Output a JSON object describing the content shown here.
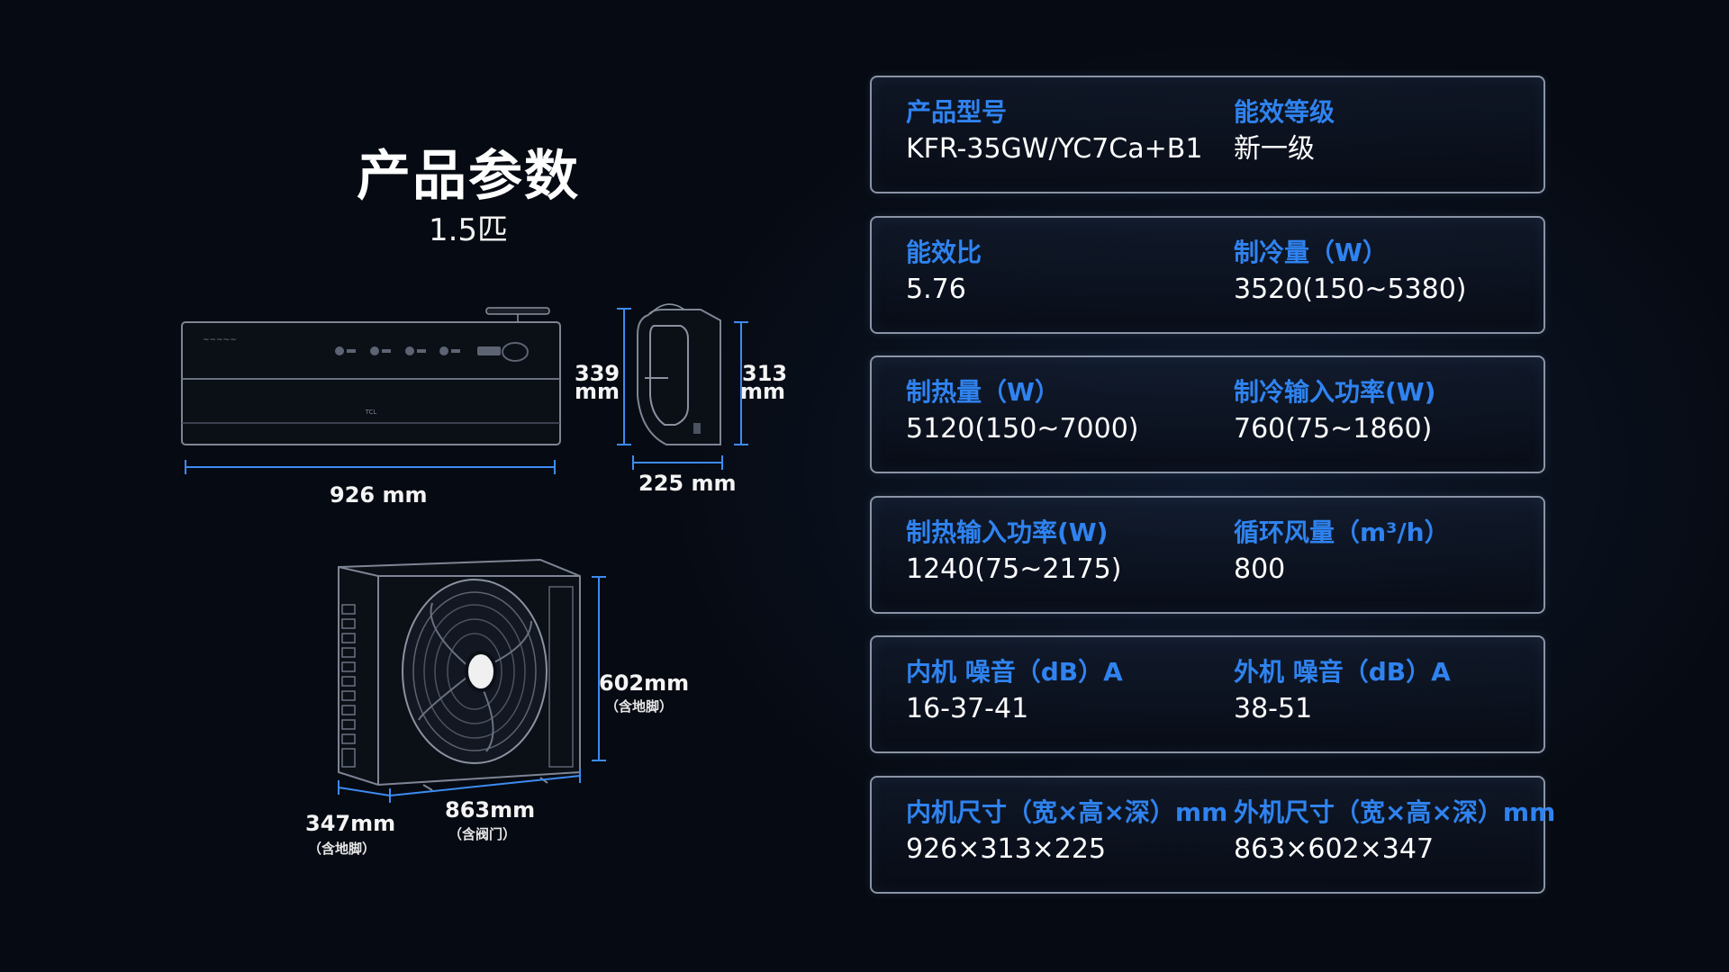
{
  "header": {
    "title": "产品参数",
    "subtitle": "1.5匹"
  },
  "indoor_unit": {
    "width": "926 mm",
    "height_front_value": "339",
    "height_front_unit": "mm",
    "height_side_value": "313",
    "height_side_unit": "mm",
    "depth": "225 mm",
    "brand_mark": "TCL"
  },
  "outdoor_unit": {
    "height": "602mm",
    "height_note": "（含地脚）",
    "width": "863mm",
    "width_note": "（含阀门）",
    "depth": "347mm",
    "depth_note": "（含地脚）"
  },
  "specs": [
    {
      "left": {
        "label": "产品型号",
        "value": "KFR-35GW/YC7Ca+B1"
      },
      "right": {
        "label": "能效等级",
        "value": "新一级"
      }
    },
    {
      "left": {
        "label": "能效比",
        "value": "5.76"
      },
      "right": {
        "label": "制冷量（W）",
        "value": "3520(150~5380)"
      }
    },
    {
      "left": {
        "label": "制热量（W）",
        "value": "5120(150~7000)"
      },
      "right": {
        "label": "制冷输入功率(W)",
        "value": "760(75~1860)"
      }
    },
    {
      "left": {
        "label": "制热输入功率(W)",
        "value": "1240(75~2175)"
      },
      "right": {
        "label": "循环风量（m³/h）",
        "value": "800"
      }
    },
    {
      "left": {
        "label": "内机 噪音（dB）A",
        "value": "16-37-41"
      },
      "right": {
        "label": "外机 噪音（dB）A",
        "value": "38-51"
      }
    },
    {
      "left": {
        "label": "内机尺寸（宽×高×深）mm",
        "value": "926×313×225"
      },
      "right": {
        "label": "外机尺寸（宽×高×深）mm",
        "value": "863×602×347"
      }
    }
  ],
  "colors": {
    "accent": "#2f83f0",
    "dimension_line": "#3d8bf2",
    "card_border": "#8a94a6",
    "background": "#060a12"
  }
}
